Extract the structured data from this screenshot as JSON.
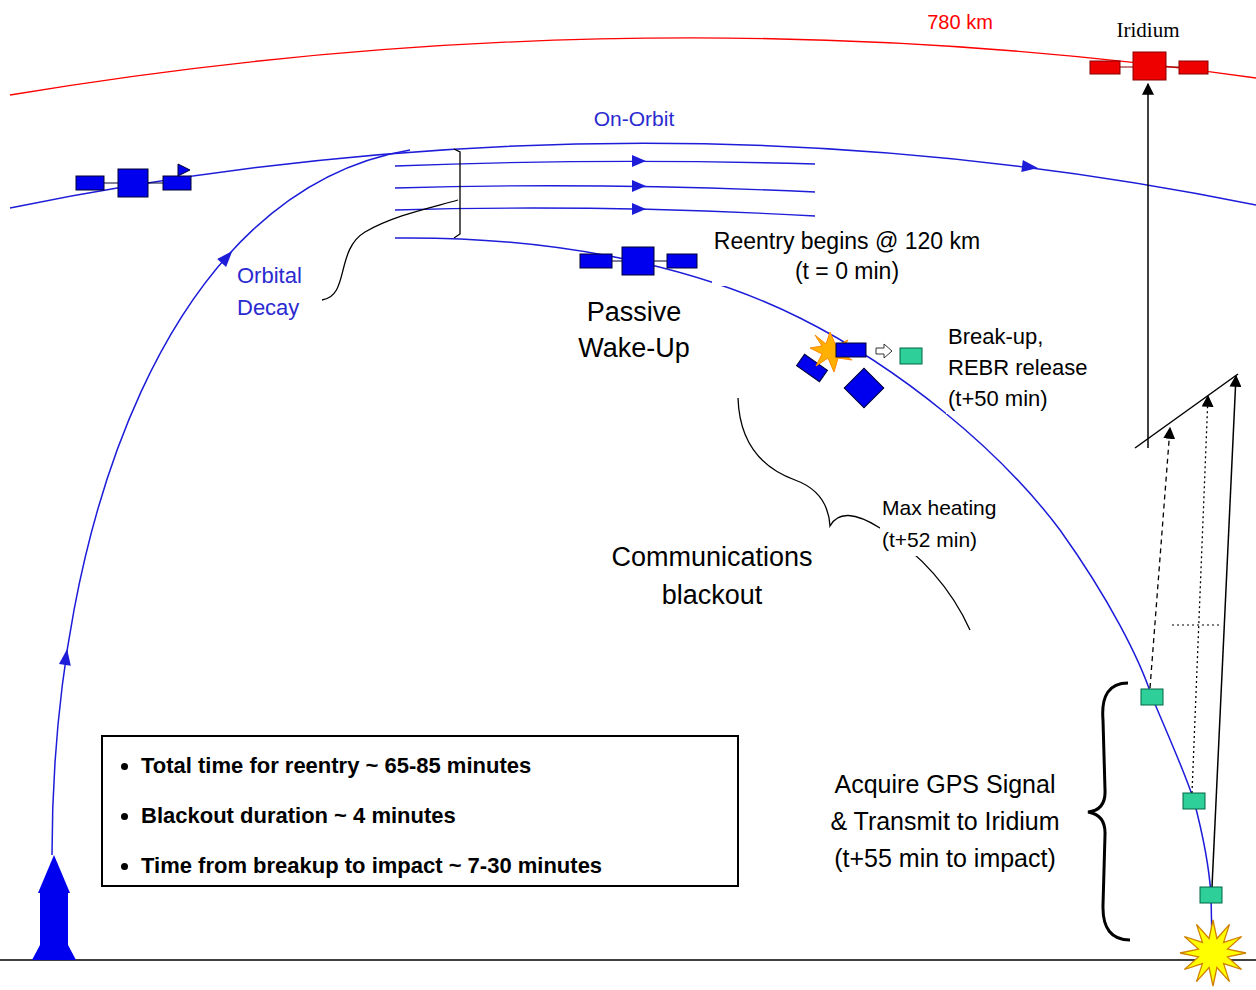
{
  "diagram": {
    "nodes": [
      {
        "text": [
          "Total time for reentry ~ 65-85 minutes",
          "Blackout duration ~ 4 minutes",
          "Time from breakup to impact ~ 7-30 minutes"
        ]
      }
    ],
    "labels": [
      "780 km",
      "Iridium",
      "On-Orbit",
      "Orbital Decay",
      "Reentry begins @ 120 km (t = 0 min)",
      "Passive Wake-Up",
      "Break-up, REBR release (t+50 min)",
      "Max heating (t+52 min)",
      "Communications blackout",
      "Acquire GPS Signal & Transmit to Iridium (t+55 min to impact)"
    ]
  }
}
